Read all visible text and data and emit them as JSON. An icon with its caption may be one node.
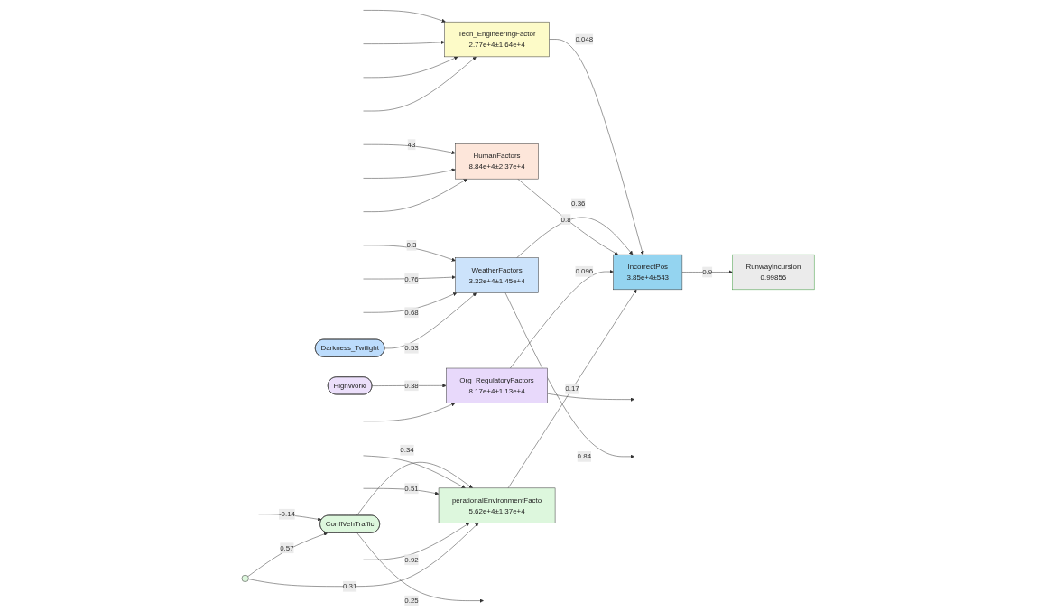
{
  "diagram": {
    "nodes": [
      {
        "text": [],
        "shape": "circle"
      },
      {
        "text": [
          "ConflVehTraffic"
        ]
      },
      {
        "text": [
          "perationalEnvironmentFacto",
          "5.62e+4±1.37e+4"
        ]
      },
      {
        "text": [
          "Org_RegulatoryFactors",
          "8.17e+4±1.13e+4"
        ]
      },
      {
        "text": [
          "HighWorkl"
        ]
      },
      {
        "text": [
          "HumanFactors",
          "8.84e+4±2.37e+4"
        ]
      },
      {
        "text": [
          "IncorrectPos",
          "3.85e+4±543"
        ]
      },
      {
        "text": [
          "RunwayIncursion",
          "0.99856"
        ]
      },
      {
        "text": [
          "WeatherFactors",
          "3.32e+4±1.45e+4"
        ]
      },
      {
        "text": [
          "Darkness_Twilight"
        ]
      },
      {
        "text": [
          "Tech_EngineeringFactor",
          "2.77e+4±1.64e+4"
        ]
      }
    ],
    "edges": [
      {
        "from": 0,
        "to": 1,
        "label": "0.57",
        "arrow": "to"
      },
      {
        "from": null,
        "to": 1,
        "label": "-0.14",
        "arrow": "to"
      },
      {
        "from": 1,
        "to": null,
        "label": "0.25",
        "arrow": "to"
      },
      {
        "from": 0,
        "to": 2,
        "label": "0.31",
        "arrow": "to"
      },
      {
        "from": null,
        "to": 2,
        "label": "0.92",
        "arrow": "to"
      },
      {
        "from": null,
        "to": 2,
        "label": "0.51",
        "arrow": "to"
      },
      {
        "from": null,
        "to": 2,
        "arrow": "to"
      },
      {
        "from": 1,
        "to": 2,
        "label": "0.34",
        "arrow": "to"
      },
      {
        "from": null,
        "to": 3,
        "arrow": "to"
      },
      {
        "from": 3,
        "to": null,
        "arrow": "to"
      },
      {
        "from": 4,
        "to": 3,
        "label": "0.38",
        "arrow": "to"
      },
      {
        "from": 2,
        "to": 6,
        "label": "0.17",
        "arrow": "to"
      },
      {
        "from": 3,
        "to": 6,
        "label": "0.096",
        "arrow": "to"
      },
      {
        "from": null,
        "to": 5,
        "arrow": "to"
      },
      {
        "from": null,
        "to": 5,
        "arrow": "to"
      },
      {
        "from": null,
        "to": 5,
        "label": "43",
        "arrow": "to"
      },
      {
        "from": 5,
        "to": 6,
        "label": "0.8",
        "arrow": "to"
      },
      {
        "from": 6,
        "to": 7,
        "label": "0.9",
        "arrow": "to"
      },
      {
        "from": 8,
        "to": 6,
        "label": "0.36",
        "arrow": "to"
      },
      {
        "from": 10,
        "to": 6,
        "label": "0.048",
        "arrow": "to"
      },
      {
        "from": 8,
        "to": null,
        "label": "0.84",
        "arrow": "to"
      },
      {
        "from": 9,
        "to": 8,
        "label": "0.53",
        "arrow": "to"
      },
      {
        "from": null,
        "to": 8,
        "label": "0.68",
        "arrow": "to"
      },
      {
        "from": null,
        "to": 8,
        "label": "0.76",
        "arrow": "to"
      },
      {
        "from": null,
        "to": 8,
        "label": "0.3",
        "arrow": "to"
      },
      {
        "from": null,
        "to": 10,
        "arrow": "to"
      },
      {
        "from": null,
        "to": 10,
        "arrow": "to"
      },
      {
        "from": null,
        "to": 10,
        "arrow": "to"
      },
      {
        "from": null,
        "to": 10,
        "arrow": "to"
      }
    ]
  }
}
